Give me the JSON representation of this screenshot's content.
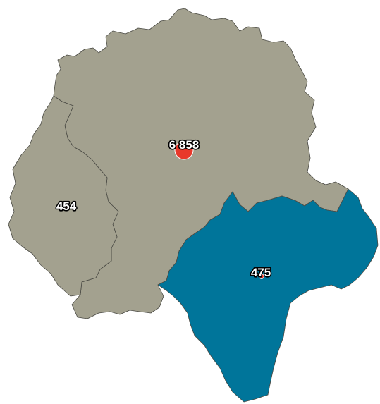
{
  "map": {
    "colors": {
      "default_fill": "#a3a18f",
      "highlight_fill": "#00759a",
      "border": "#4a4a44",
      "bubble": "#e8392b",
      "label_fill": "#ffffff",
      "label_outline": "#000000"
    },
    "regions": [
      {
        "id": "west",
        "value_label": "454",
        "highlighted": false,
        "bubble_value": 454
      },
      {
        "id": "center",
        "value_label": "6 858",
        "highlighted": false,
        "bubble_value": 6858
      },
      {
        "id": "southeast",
        "value_label": "475",
        "highlighted": true,
        "bubble_value": 475
      }
    ]
  }
}
